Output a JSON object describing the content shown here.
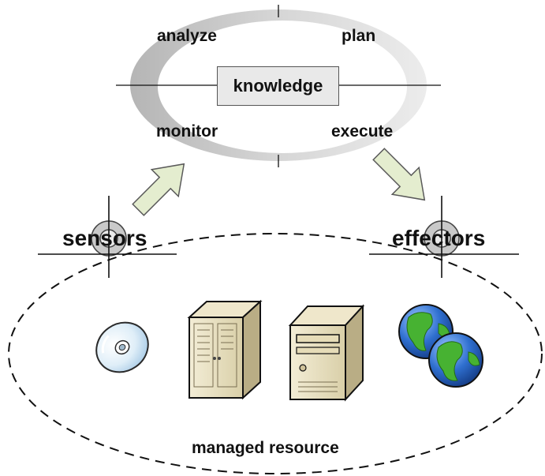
{
  "mape_loop": {
    "analyze": "analyze",
    "plan": "plan",
    "monitor": "monitor",
    "execute": "execute",
    "knowledge": "knowledge"
  },
  "touchpoints": {
    "sensors": "sensors",
    "effectors": "effectors"
  },
  "managed_resource": {
    "label": "managed resource",
    "icons": [
      "cd-disc-icon",
      "server-tower-icon",
      "desktop-tower-icon",
      "globe-icon",
      "globe-icon"
    ]
  },
  "colors": {
    "ring": "#c8c8c8",
    "arrow_fill": "#e4edcf",
    "globe_water": "#2f6fcf",
    "globe_land": "#47b232"
  }
}
